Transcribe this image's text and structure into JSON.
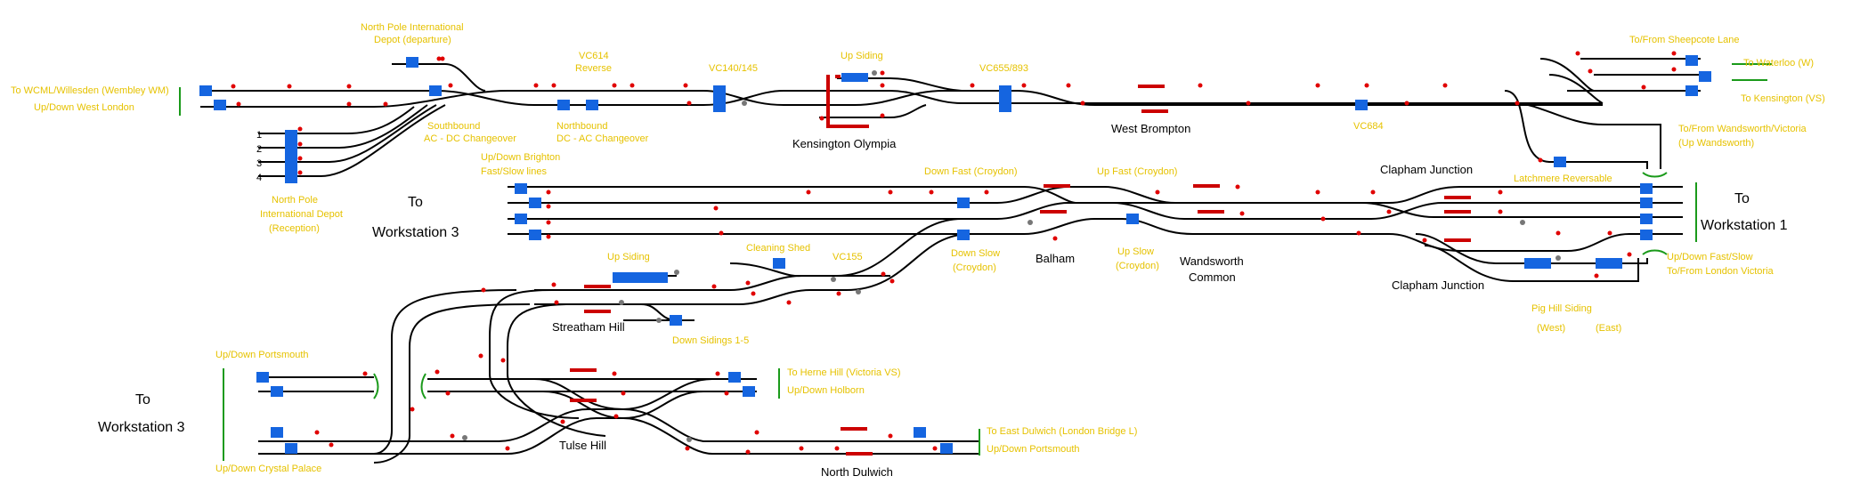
{
  "colors": {
    "track": "#000000",
    "label_yellow": "#e6c200",
    "train_describer": "#1565e0",
    "signal_red": "#e00000",
    "platform_red": "#cc0000",
    "boundary_green": "#1a9a1a"
  },
  "labels": {
    "to_wcml": "To WCML/Willesden (Wembley WM)",
    "up_down_west_london": "Up/Down West London",
    "np_depot_departure_1": "North Pole International",
    "np_depot_departure_2": "Depot (departure)",
    "southbound_1": "Southbound",
    "southbound_2": "AC - DC Changeover",
    "northbound_1": "Northbound",
    "northbound_2": "DC - AC Changeover",
    "vc614_1": "VC614",
    "vc614_2": "Reverse",
    "vc140": "VC140/145",
    "up_siding_ko": "Up Siding",
    "vc655": "VC655/893",
    "to_waterloo": "To Waterloo (W)",
    "to_kensington": "To Kensington (VS)",
    "to_sheepcote": "To/From Sheepcote Lane",
    "to_wandsworth_1": "To/From Wandsworth/Victoria",
    "to_wandsworth_2": "(Up Wandsworth)",
    "latchmere": "Latchmere Reversable",
    "vc684": "VC684",
    "np_reception_1": "North Pole",
    "np_reception_2": "International Depot",
    "np_reception_3": "(Reception)",
    "up_down_brighton_1": "Up/Down Brighton",
    "up_down_brighton_2": "Fast/Slow lines",
    "down_fast_croydon": "Down Fast (Croydon)",
    "up_fast_croydon": "Up Fast (Croydon)",
    "down_slow_1": "Down Slow",
    "down_slow_2": "(Croydon)",
    "up_slow_1": "Up Slow",
    "up_slow_2": "(Croydon)",
    "up_down_fast_slow_1": "Up/Down Fast/Slow",
    "up_down_fast_slow_2": "To/From London Victoria",
    "pig_hill": "Pig Hill Siding",
    "west": "(West)",
    "east": "(East)",
    "up_siding_sh": "Up Siding",
    "cleaning_shed": "Cleaning Shed",
    "vc155": "VC155",
    "down_sidings": "Down Sidings 1-5",
    "up_down_portsmouth_l": "Up/Down Portsmouth",
    "up_down_crystal_palace": "Up/Down Crystal Palace",
    "to_herne_hill": "To Herne Hill (Victoria VS)",
    "up_down_holborn": "Up/Down Holborn",
    "to_east_dulwich": "To East Dulwich (London Bridge L)",
    "up_down_portsmouth_r": "Up/Down Portsmouth",
    "n1": "1",
    "n2": "2",
    "n3": "3",
    "n4": "4"
  },
  "stations": {
    "kensington_olympia": "Kensington Olympia",
    "west_brompton": "West Brompton",
    "clapham_junction_top": "Clapham Junction",
    "clapham_junction_bottom": "Clapham Junction",
    "balham": "Balham",
    "wandsworth_1": "Wandsworth",
    "wandsworth_2": "Common",
    "streatham_hill": "Streatham Hill",
    "tulse_hill": "Tulse Hill",
    "north_dulwich": "North Dulwich"
  },
  "workstations": {
    "to": "To",
    "ws3_mid": "Workstation 3",
    "ws1": "Workstation 1",
    "ws3_bottom": "Workstation 3"
  }
}
